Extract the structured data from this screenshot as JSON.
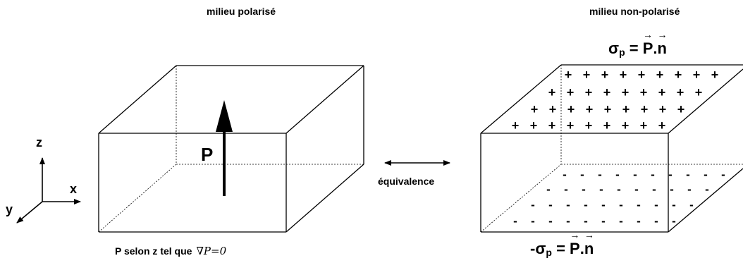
{
  "titles": {
    "left": "milieu polarisé",
    "right": "milieu non-polarisé"
  },
  "center_label": "équivalence",
  "caption": {
    "text": "P selon z tel que",
    "math": "∇P=0"
  },
  "vector_label": "P",
  "axes": {
    "z": "z",
    "x": "x",
    "y": "y"
  },
  "surface_charges": {
    "top": {
      "sigma": "σ",
      "sub": "p",
      "equals": " = ",
      "vector": "P",
      "dot": ".",
      "normal": "n"
    },
    "bottom": {
      "sigma": "-σ",
      "sub": "p",
      "equals": " = ",
      "vector": "P",
      "dot": ".",
      "normal": "n"
    },
    "plus_sign": "+",
    "minus_sign": "-"
  },
  "colors": {
    "ink": "#000000",
    "background": "#ffffff"
  }
}
